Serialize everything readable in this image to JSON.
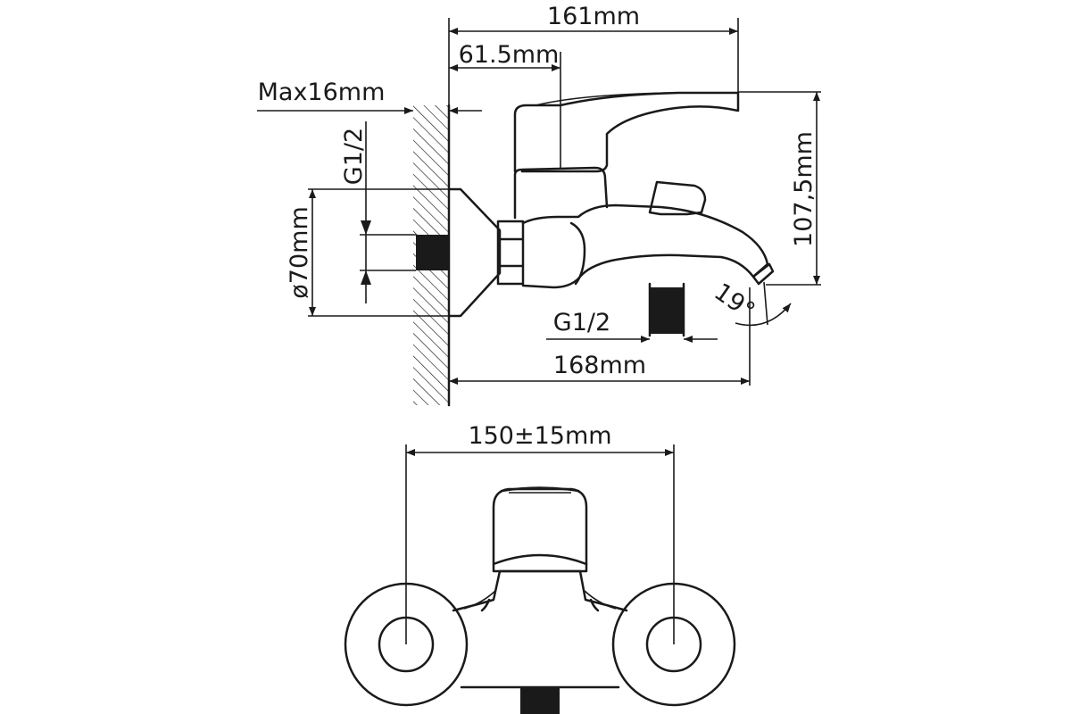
{
  "dimensions": {
    "spout_length": "161mm",
    "lever_offset": "61.5mm",
    "max_wall": "Max16mm",
    "inlet_thread_side": "G1/2",
    "flange_diameter": "ø70mm",
    "height": "107,5mm",
    "spout_angle": "19°",
    "outlet_thread": "G1/2",
    "overall_depth": "168mm",
    "centre_distance": "150±15mm"
  }
}
